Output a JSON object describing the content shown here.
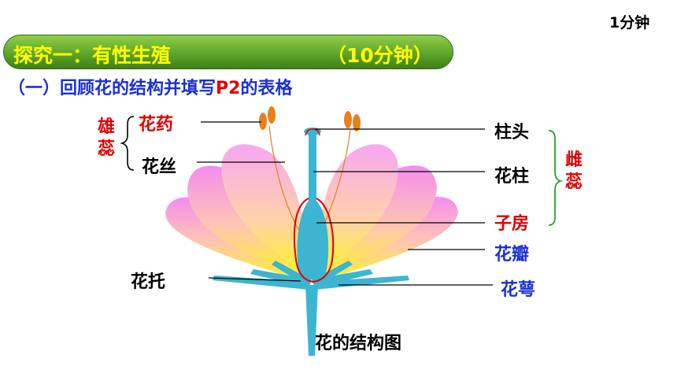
{
  "timer": "1分钟",
  "banner": {
    "title": "探究一：有性生殖",
    "time": "（10分钟）"
  },
  "subtitle": {
    "prefix": "（一）回顾花的结构并填写",
    "highlight": "P2",
    "suffix": "的表格"
  },
  "labels": {
    "stamen": "雄蕊",
    "anther": "花药",
    "filament": "花丝",
    "stigma": "柱头",
    "style": "花柱",
    "pistil": "雌蕊",
    "ovary": "子房",
    "petal": "花瓣",
    "sepal": "花萼",
    "receptacle": "花托",
    "caption": "花的结构图"
  },
  "colors": {
    "banner_green": "#5fa52a",
    "banner_text": "#ffff00",
    "label_red": "#e00000",
    "label_blue": "#1a2fd6",
    "bracket_green": "#2ea12e",
    "pistil_blue": "#3bb5d1",
    "anther_orange": "#e8801e"
  }
}
